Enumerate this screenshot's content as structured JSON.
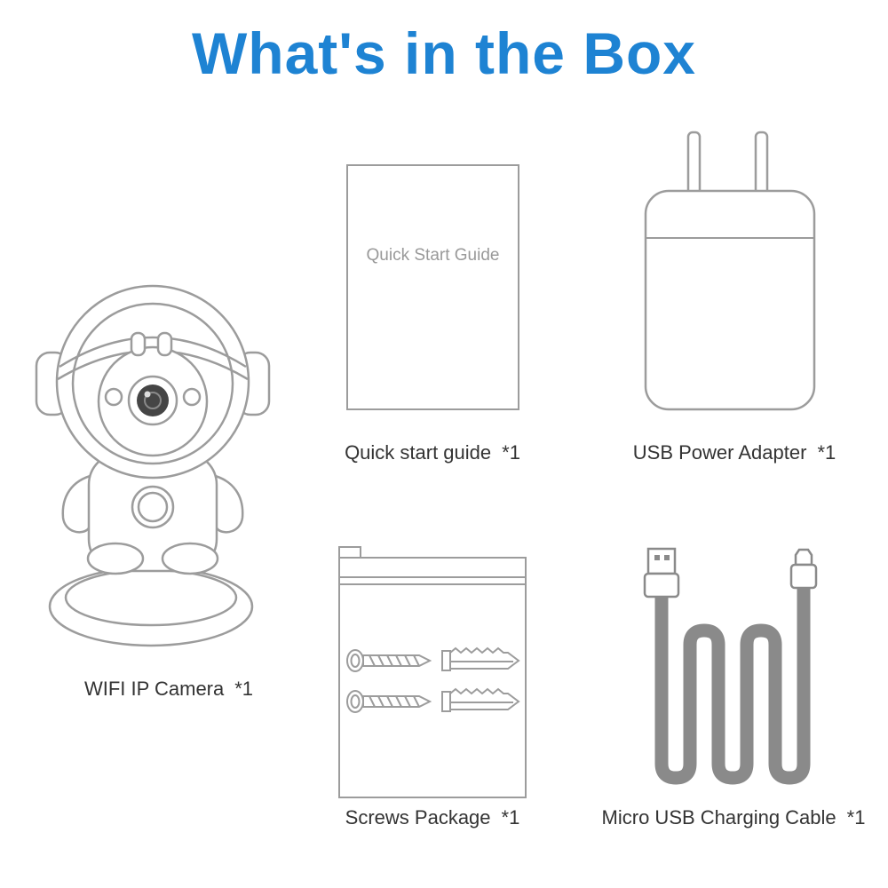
{
  "title": "What's in the Box",
  "colors": {
    "accent_blue": "#1e83d3",
    "outline_gray": "#9c9c9c",
    "cable_gray": "#8a8a8a",
    "label_dark": "#333333"
  },
  "items": {
    "camera": {
      "label": "WIFI IP Camera",
      "qty": "*1"
    },
    "guide": {
      "label": "Quick start guide",
      "qty": "*1",
      "cover_text": "Quick Start Guide"
    },
    "adapter": {
      "label": "USB Power Adapter",
      "qty": "*1"
    },
    "screws": {
      "label": "Screws Package",
      "qty": "*1"
    },
    "cable": {
      "label": "Micro USB Charging Cable",
      "qty": "*1"
    }
  }
}
